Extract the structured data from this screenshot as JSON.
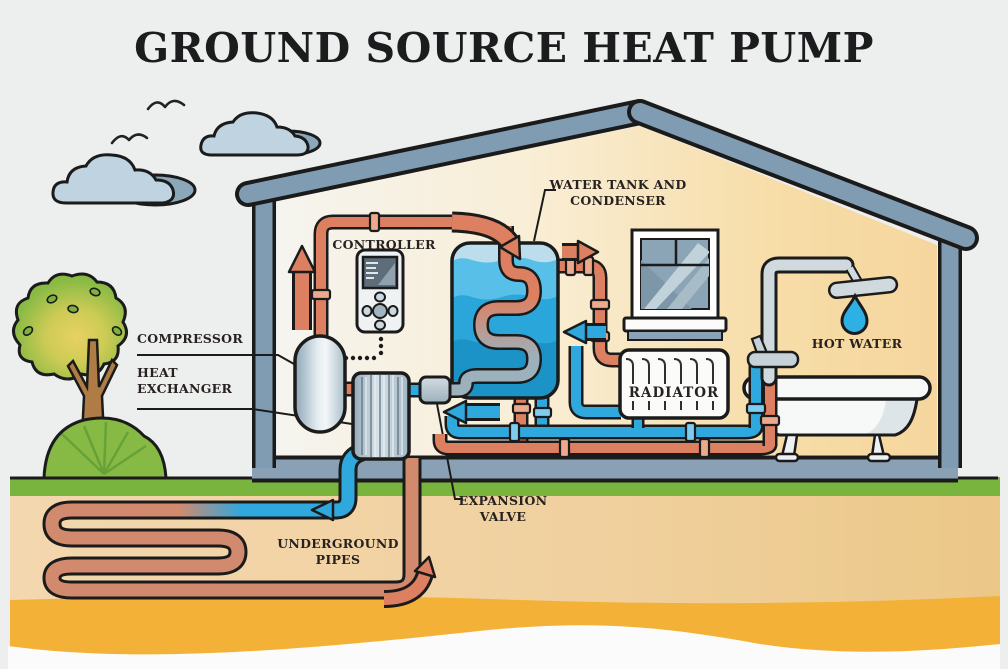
{
  "title": "GROUND SOURCE HEAT PUMP",
  "labels": {
    "controller": "CONTROLLER",
    "water_tank": "WATER TANK AND\nCONDENSER",
    "compressor": "COMPRESSOR",
    "heat_exchanger": "HEAT\nEXCHANGER",
    "expansion_valve": "EXPANSION\nVALVE",
    "underground_pipes": "UNDERGROUND\nPIPES",
    "radiator": "RADIATOR",
    "hot_water": "HOT WATER"
  },
  "icons": {
    "water_drop": "water-drop-icon",
    "shower": "shower-head-icon",
    "cloud": "cloud-icon",
    "bird": "bird-icon",
    "tree": "tree-icon",
    "controller": "controller-remote-icon"
  },
  "colors": {
    "hot_pipe": "#dd7f61",
    "cold_pipe": "#2fa8de",
    "neutral_pipe": "#9db1bd",
    "tank_water": "#2ba6da",
    "structure": "#7f9cb3",
    "interior_warm": "#f7dda8",
    "grass": "#79b43e",
    "soil": "#f3d7ae",
    "deep_soil": "#f3b237",
    "outline": "#1b1b1b"
  }
}
